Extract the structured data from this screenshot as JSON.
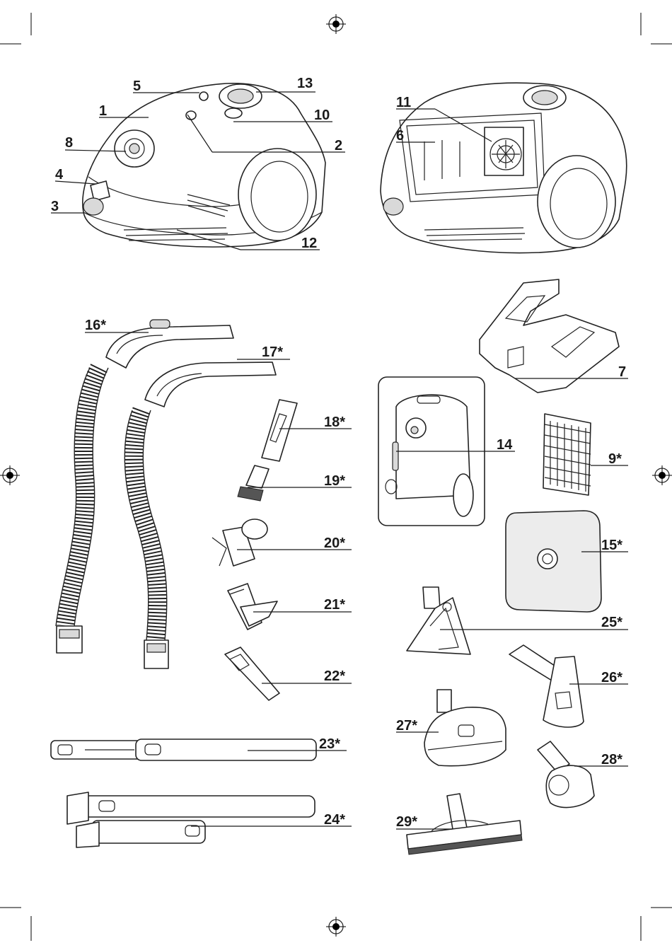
{
  "labels": {
    "l1": "1",
    "l2": "2",
    "l3": "3",
    "l4": "4",
    "l5": "5",
    "l6": "6",
    "l7": "7",
    "l8": "8",
    "l9": "9*",
    "l10": "10",
    "l11": "11",
    "l12": "12",
    "l13": "13",
    "l14": "14",
    "l15": "15*",
    "l16": "16*",
    "l17": "17*",
    "l18": "18*",
    "l19": "19*",
    "l20": "20*",
    "l21": "21*",
    "l22": "22*",
    "l23": "23*",
    "l24": "24*",
    "l25": "25*",
    "l26": "26*",
    "l27": "27*",
    "l28": "28*",
    "l29": "29*"
  },
  "colors": {
    "ink": "#1a1a1a",
    "paper": "#ffffff",
    "shade": "#d9d9d9"
  },
  "icons": {
    "registration": "registration-mark-icon"
  }
}
